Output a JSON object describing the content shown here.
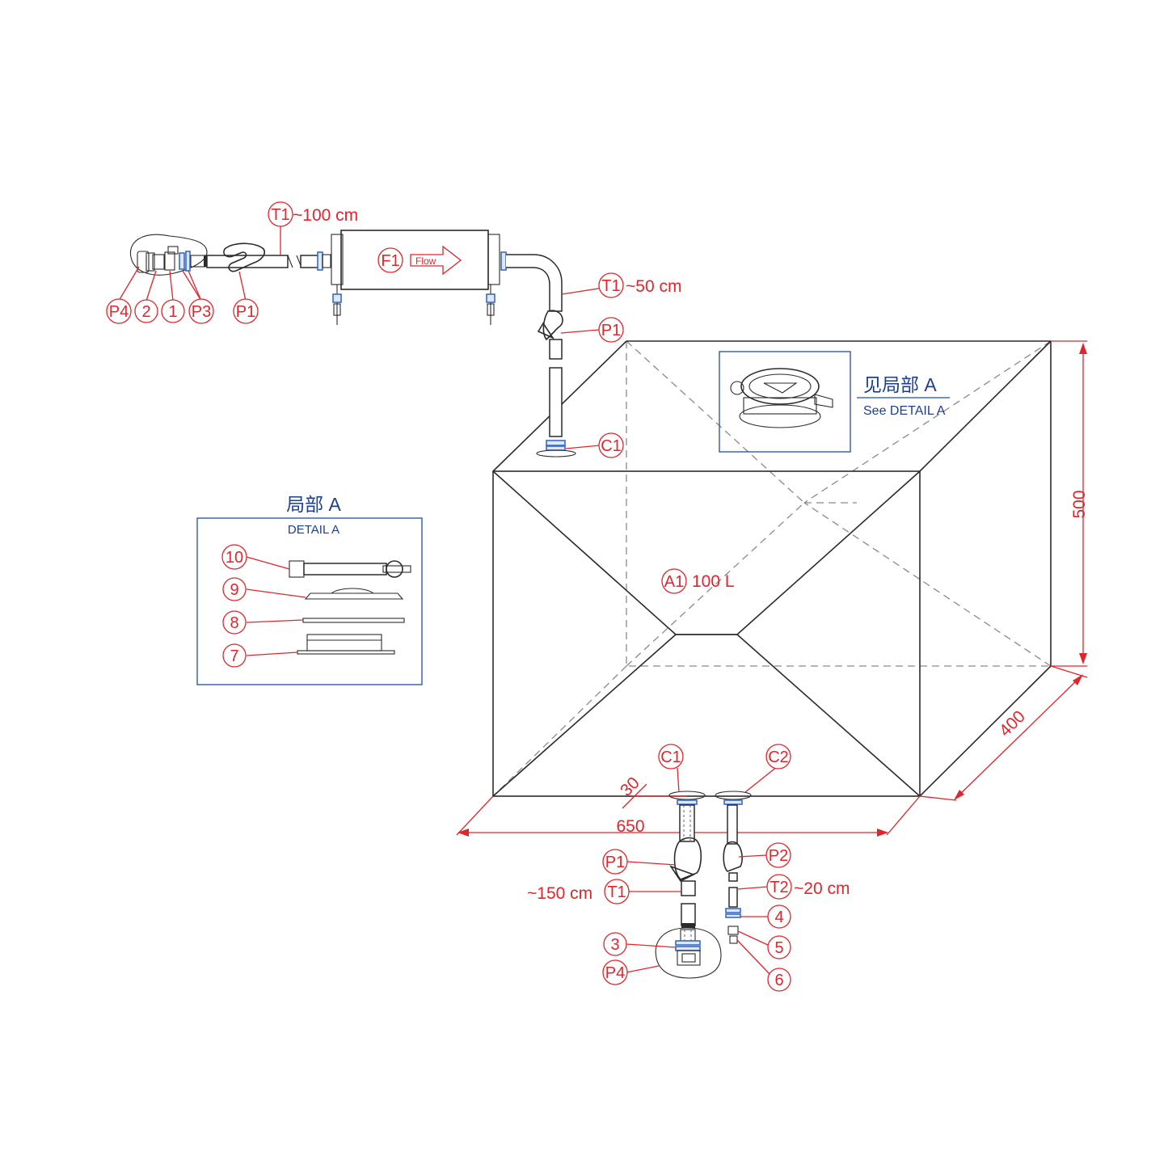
{
  "tags": {
    "t1_top": "T1",
    "f1": "F1",
    "t1_right": "T1",
    "p1_right": "P1",
    "c1_top": "C1",
    "p4_left": "P4",
    "n2": "2",
    "n1": "1",
    "p3": "P3",
    "p1_left": "P1",
    "a1": "A1",
    "c1_bottom": "C1",
    "c2": "C2",
    "p1_bottom": "P1",
    "p2": "P2",
    "t1_bottom": "T1",
    "t2": "T2",
    "n4": "4",
    "n5": "5",
    "n3": "3",
    "p4_bottom": "P4",
    "n6": "6",
    "n10": "10",
    "n9": "9",
    "n8": "8",
    "n7": "7"
  },
  "labels": {
    "t1_top_len": "~100 cm",
    "t1_right_len": "~50 cm",
    "flow": "Flow",
    "a1_vol": "100 L",
    "t1_bottom_len": "~150 cm",
    "t2_len": "~20 cm"
  },
  "dims": {
    "height": "500",
    "depth": "400",
    "width": "650",
    "outlet": "30"
  },
  "detail_ref": {
    "cn": "见局部 A",
    "en": "See DETAIL A"
  },
  "detail_box": {
    "cn": "局部 A",
    "en": "DETAIL A"
  },
  "colors": {
    "line": "#2b2b2b",
    "annotation": "#e0262b",
    "detail": "#1f3f8a",
    "clamp": "#3a6bc4"
  }
}
